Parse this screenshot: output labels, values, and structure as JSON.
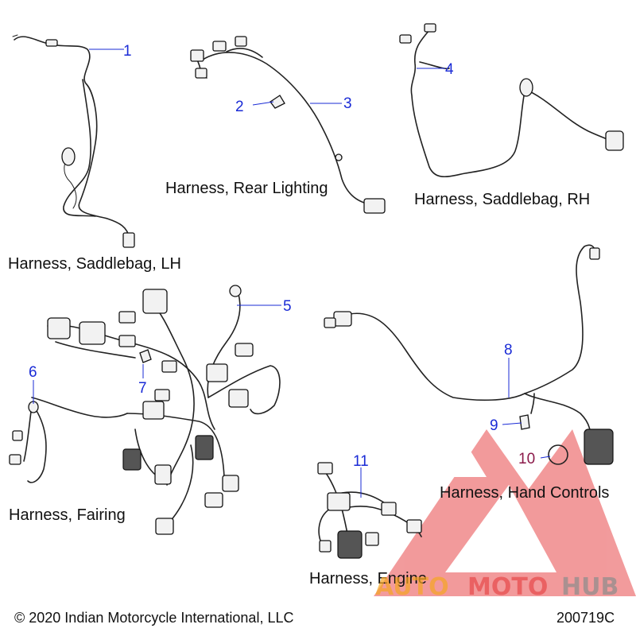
{
  "captions": {
    "saddlebag_lh": "Harness, Saddlebag, LH",
    "rear_lighting": "Harness, Rear Lighting",
    "saddlebag_rh": "Harness, Saddlebag, RH",
    "fairing": "Harness, Fairing",
    "hand_controls": "Harness, Hand Controls",
    "engine": "Harness, Engine"
  },
  "callouts": {
    "c1": "1",
    "c2": "2",
    "c3": "3",
    "c4": "4",
    "c5": "5",
    "c6": "6",
    "c7": "7",
    "c8": "8",
    "c9": "9",
    "c10": "10",
    "c11": "11"
  },
  "colors": {
    "callout_blue": "#1a2bd6",
    "callout_10": "#8b1a4a",
    "watermark_red": "#e8494b",
    "watermark_orange": "#f5a623",
    "watermark_gray": "#8c8c8c"
  },
  "footer": {
    "copyright": "© 2020 Indian Motorcycle International, LLC",
    "code": "200719C"
  },
  "watermark": {
    "part1": "AUTO",
    "part2": "MOTO",
    "part3": "HUB"
  }
}
